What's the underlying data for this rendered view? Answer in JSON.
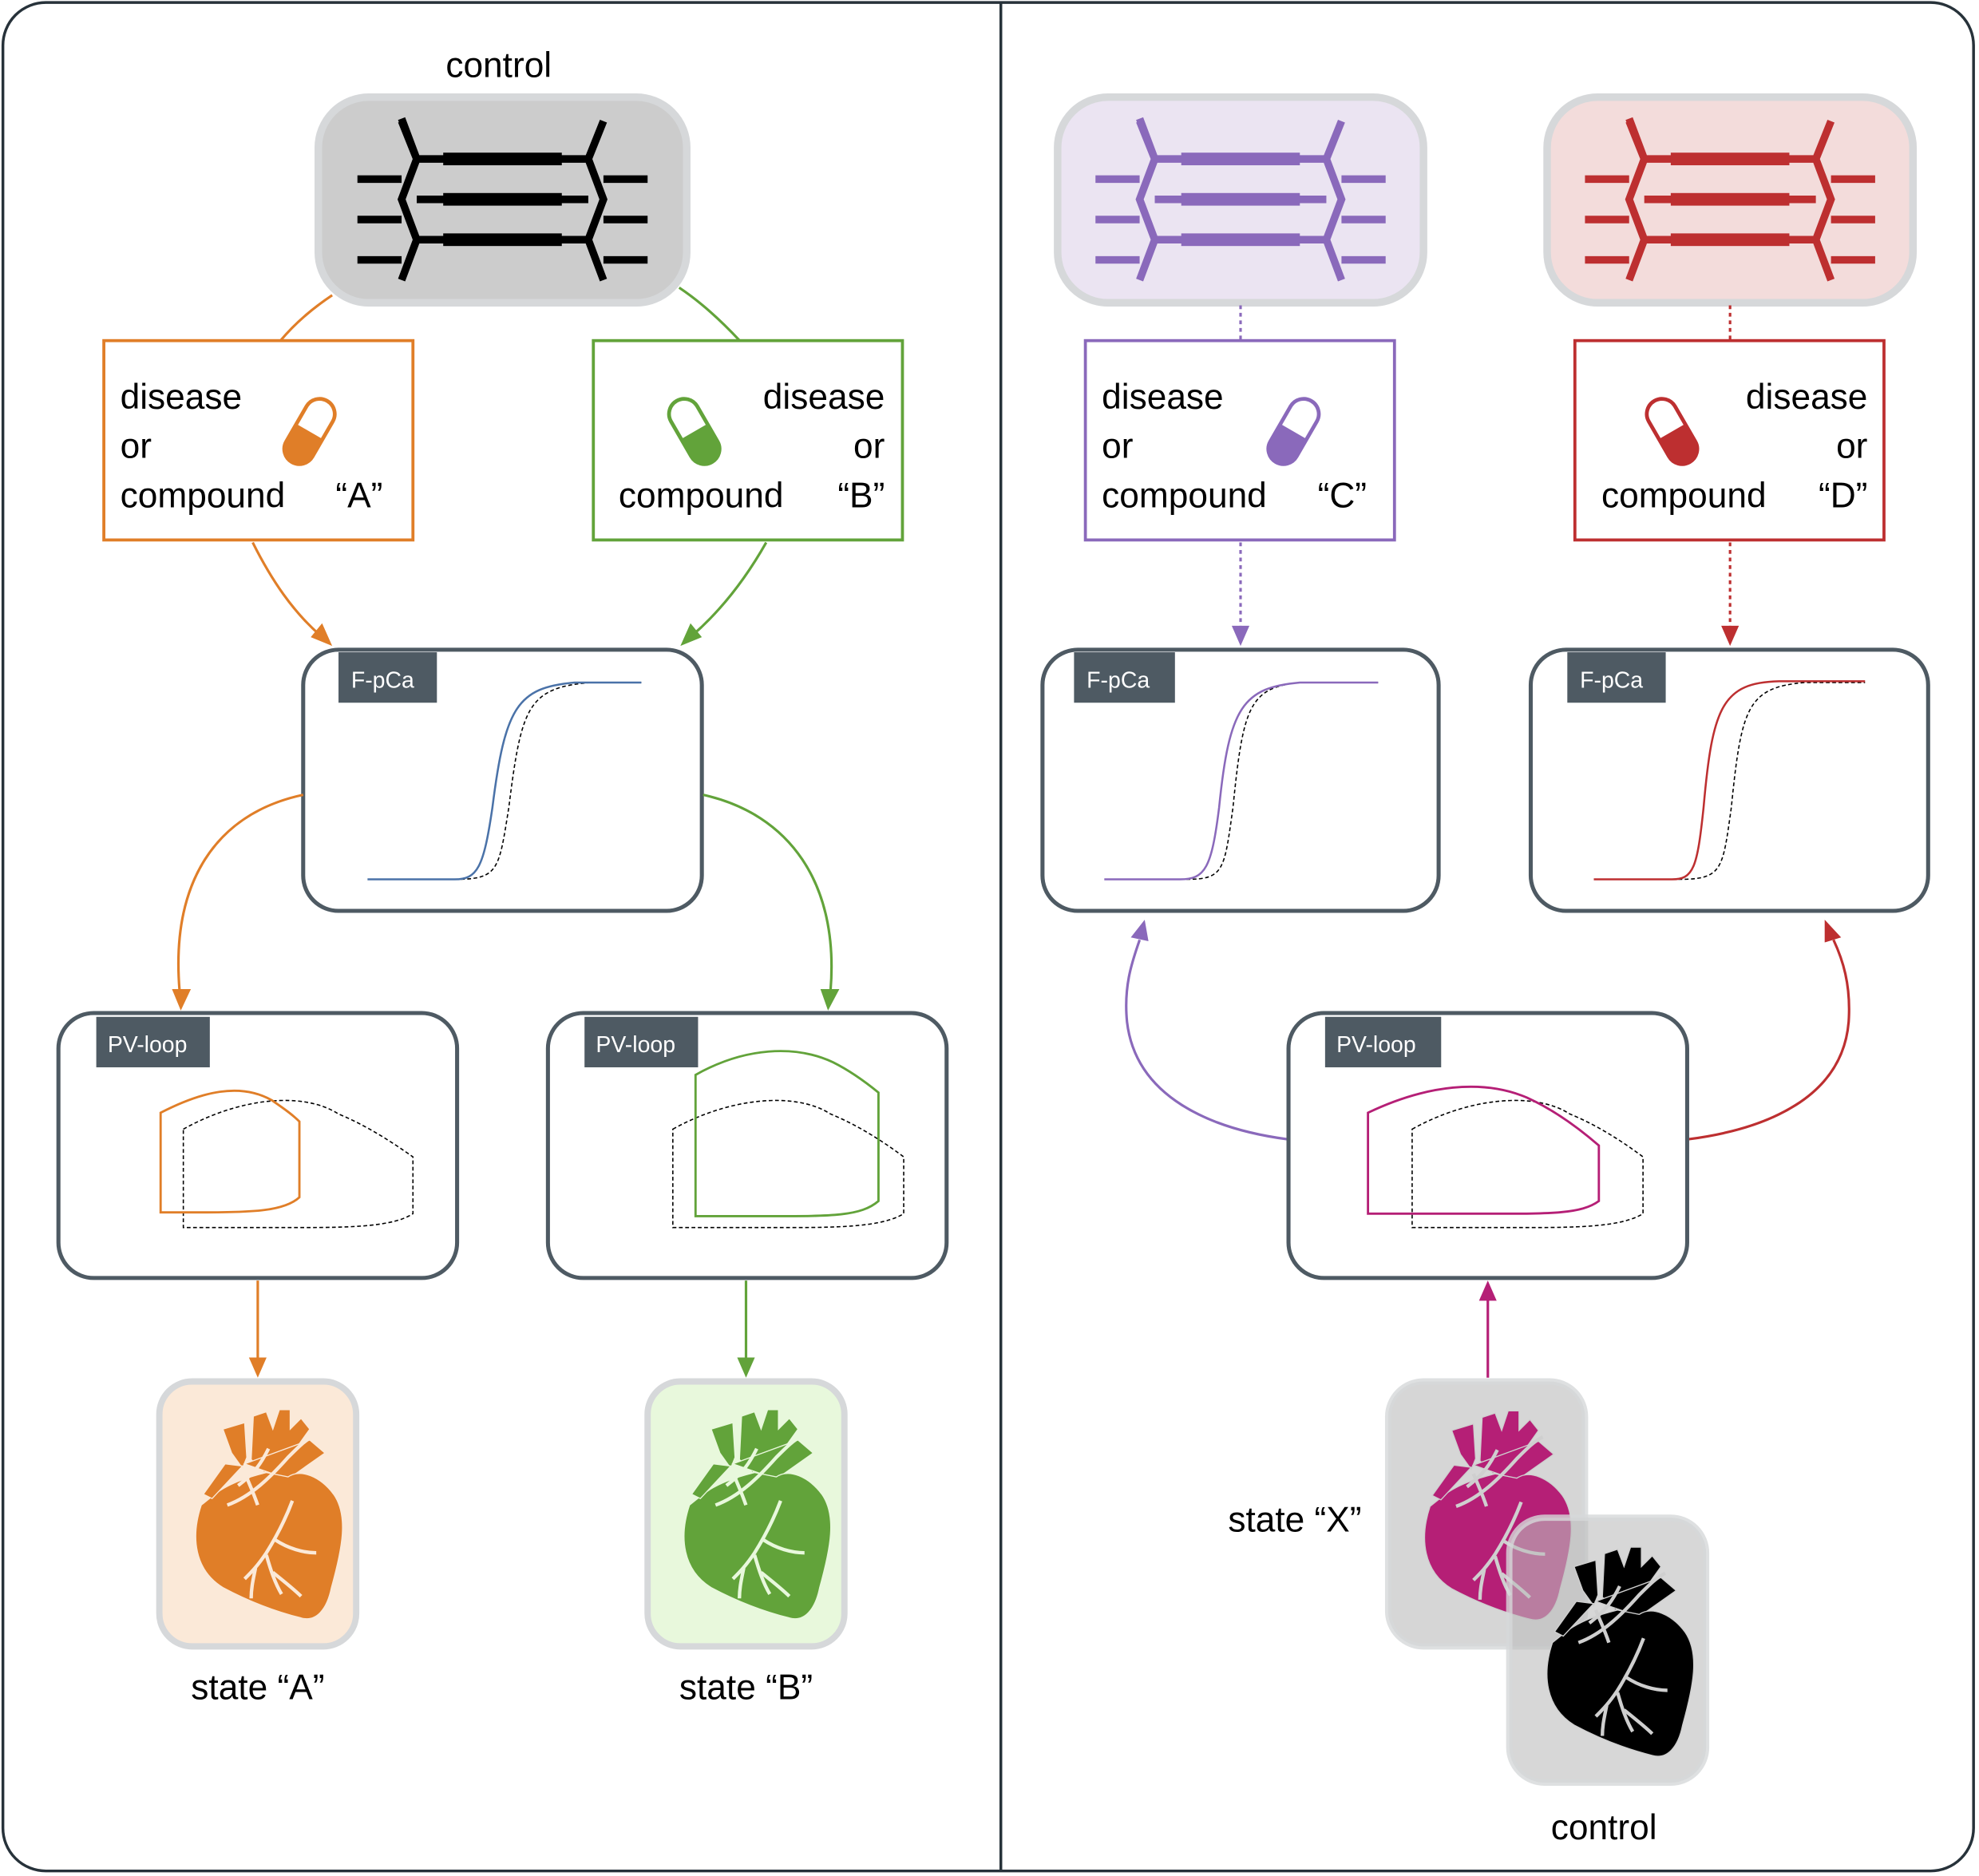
{
  "colors": {
    "frame": "#27323a",
    "panel_border": "#4e5a63",
    "tag_bg": "#4e5a63",
    "control": "#000000",
    "A": "#e07e28",
    "B": "#62a33a",
    "C": "#8a69bb",
    "D": "#bd2f30",
    "X": "#b51f76",
    "fpca_left_curve": "#4a72a8"
  },
  "left": {
    "top_label": "control",
    "compound_A": {
      "line1": "disease",
      "line2": "or",
      "line3a": "compound",
      "line3b": "“A”"
    },
    "compound_B": {
      "line1": "disease",
      "line2": "or",
      "line3a": "compound",
      "line3b": "“B”"
    },
    "fpca_tag": "F-pCa",
    "pv_A_tag": "PV-loop",
    "pv_B_tag": "PV-loop",
    "state_A": "state “A”",
    "state_B": "state “B”"
  },
  "right": {
    "compound_C": {
      "line1": "disease",
      "line2": "or",
      "line3a": "compound",
      "line3b": "“C”"
    },
    "compound_D": {
      "line1": "disease",
      "line2": "or",
      "line3a": "compound",
      "line3b": "“D”"
    },
    "fpca_C_tag": "F-pCa",
    "fpca_D_tag": "F-pCa",
    "pv_X_tag": "PV-loop",
    "state_X": "state “X”",
    "bottom_label": "control"
  },
  "icons": {
    "sarcomere": "sarcomere-icon",
    "pill": "capsule-pill-icon",
    "heart": "anatomical-heart-icon"
  }
}
